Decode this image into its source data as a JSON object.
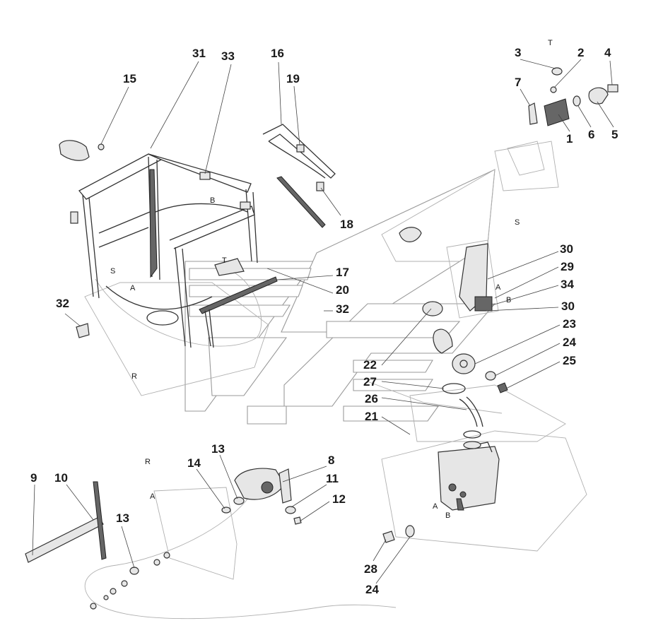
{
  "diagram": {
    "callouts": [
      {
        "id": "c1",
        "text": "1"
      },
      {
        "id": "c2",
        "text": "2"
      },
      {
        "id": "c3",
        "text": "3"
      },
      {
        "id": "c4",
        "text": "4"
      },
      {
        "id": "c5",
        "text": "5"
      },
      {
        "id": "c6",
        "text": "6"
      },
      {
        "id": "c7",
        "text": "7"
      },
      {
        "id": "c8",
        "text": "8"
      },
      {
        "id": "c9",
        "text": "9"
      },
      {
        "id": "c10",
        "text": "10"
      },
      {
        "id": "c11",
        "text": "11"
      },
      {
        "id": "c12",
        "text": "12"
      },
      {
        "id": "c13a",
        "text": "13"
      },
      {
        "id": "c13b",
        "text": "13"
      },
      {
        "id": "c14",
        "text": "14"
      },
      {
        "id": "c15",
        "text": "15"
      },
      {
        "id": "c16",
        "text": "16"
      },
      {
        "id": "c17",
        "text": "17"
      },
      {
        "id": "c18",
        "text": "18"
      },
      {
        "id": "c19",
        "text": "19"
      },
      {
        "id": "c20",
        "text": "20"
      },
      {
        "id": "c21",
        "text": "21"
      },
      {
        "id": "c22",
        "text": "22"
      },
      {
        "id": "c23",
        "text": "23"
      },
      {
        "id": "c24a",
        "text": "24"
      },
      {
        "id": "c24b",
        "text": "24"
      },
      {
        "id": "c25",
        "text": "25"
      },
      {
        "id": "c26",
        "text": "26"
      },
      {
        "id": "c27",
        "text": "27"
      },
      {
        "id": "c28",
        "text": "28"
      },
      {
        "id": "c29",
        "text": "29"
      },
      {
        "id": "c30a",
        "text": "30"
      },
      {
        "id": "c30b",
        "text": "30"
      },
      {
        "id": "c31",
        "text": "31"
      },
      {
        "id": "c32a",
        "text": "32"
      },
      {
        "id": "c32b",
        "text": "32"
      },
      {
        "id": "c33",
        "text": "33"
      },
      {
        "id": "c34",
        "text": "34"
      }
    ],
    "section_letters": [
      {
        "id": "l1",
        "text": "T"
      },
      {
        "id": "l2",
        "text": "S"
      },
      {
        "id": "l3",
        "text": "B"
      },
      {
        "id": "l4",
        "text": "T"
      },
      {
        "id": "l5",
        "text": "S"
      },
      {
        "id": "l6",
        "text": "A"
      },
      {
        "id": "l7",
        "text": "R"
      },
      {
        "id": "l8",
        "text": "A"
      },
      {
        "id": "l9",
        "text": "B"
      },
      {
        "id": "l10",
        "text": "R"
      },
      {
        "id": "l11",
        "text": "A"
      },
      {
        "id": "l12",
        "text": "A"
      },
      {
        "id": "l13",
        "text": "B"
      }
    ]
  }
}
